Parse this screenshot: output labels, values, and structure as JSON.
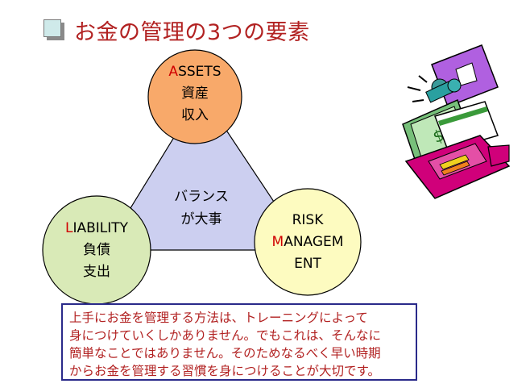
{
  "title": "お金の管理の3つの要素",
  "nodes": {
    "assets": {
      "first_letter": "A",
      "rest": "SSETS",
      "line2": "資産",
      "line3": "収入",
      "fill": "#f8a96a"
    },
    "liability": {
      "first_letter": "L",
      "rest": "IABILITY",
      "line2": "負債",
      "line3": "支出",
      "fill": "#d9eab7"
    },
    "risk": {
      "line1": "RISK",
      "first_letter": "M",
      "rest": "ANAGEM",
      "line3": "ENT",
      "fill": "#fdfbc0"
    }
  },
  "center": {
    "line1": "バランス",
    "line2": "が大事",
    "fill": "#cccff0"
  },
  "note": {
    "lines": [
      "上手にお金を管理する方法は、トレーニングによって",
      "身につけていくしかありません。でもこれは、そんなに",
      "簡単なことではありません。そのためなるべく早い時期",
      "からお金を管理する習慣を身につけることが大切です。"
    ]
  },
  "colors": {
    "title": "#b22222",
    "accent_letter": "#d00000",
    "note_border": "#2a2a8a"
  },
  "clipart": {
    "icon": "money-wallet-cards-clipart"
  }
}
